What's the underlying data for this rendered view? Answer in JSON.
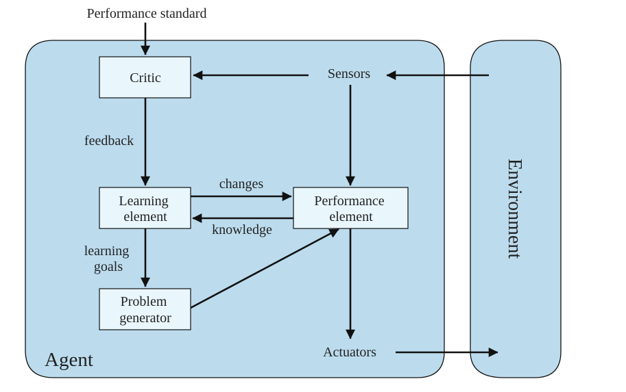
{
  "diagram": {
    "title": "Performance standard",
    "agent_label": "Agent",
    "environment_label": "Environment",
    "boxes": {
      "critic": [
        "Critic"
      ],
      "learning": [
        "Learning",
        "element"
      ],
      "performance": [
        "Performance",
        "element"
      ],
      "problem": [
        "Problem",
        "generator"
      ]
    },
    "labels": {
      "sensors": "Sensors",
      "actuators": "Actuators",
      "feedback": "feedback",
      "changes": "changes",
      "knowledge": "knowledge",
      "learning_goals": [
        "learning",
        "goals"
      ]
    },
    "colors": {
      "agent_fill": "#bcdcee",
      "box_fill": "#e9f6fc",
      "stroke": "#111111"
    }
  }
}
